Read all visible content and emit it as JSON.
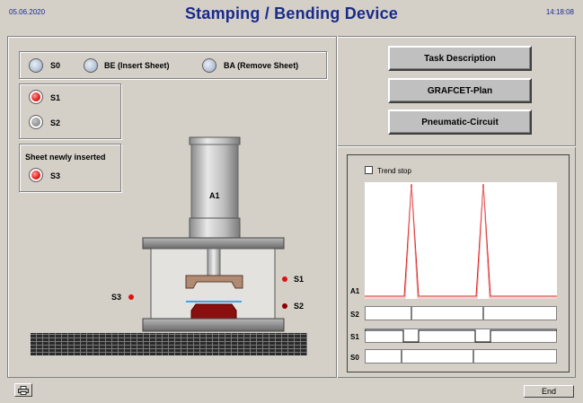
{
  "header": {
    "date": "05.06.2020",
    "title": "Stamping / Bending Device",
    "time": "14:18:08"
  },
  "selectors": {
    "s0": "S0",
    "be": "BE (Insert Sheet)",
    "ba": "BA (Remove Sheet)"
  },
  "sensors": {
    "s1": "S1",
    "s2": "S2"
  },
  "sheet_group": {
    "title": "Sheet newly inserted",
    "s3": "S3"
  },
  "buttons": {
    "task": "Task Description",
    "grafcet": "GRAFCET-Plan",
    "pneumatic": "Pneumatic-Circuit"
  },
  "device": {
    "cylinder_label": "A1",
    "s1_label": "S1",
    "s2_label": "S2",
    "s3_label": "S3"
  },
  "trend": {
    "checkbox_label": "Trend stop",
    "signal_a1": "A1",
    "signal_s2": "S2",
    "signal_s1": "S1",
    "signal_s0": "S0"
  },
  "footer": {
    "end": "End"
  },
  "colors": {
    "title_blue": "#1a2a8a",
    "lamp_red": "#e01010",
    "trend_line": "#d81818",
    "workpiece": "#8a1010"
  },
  "icons": {
    "print": "printer-icon"
  }
}
